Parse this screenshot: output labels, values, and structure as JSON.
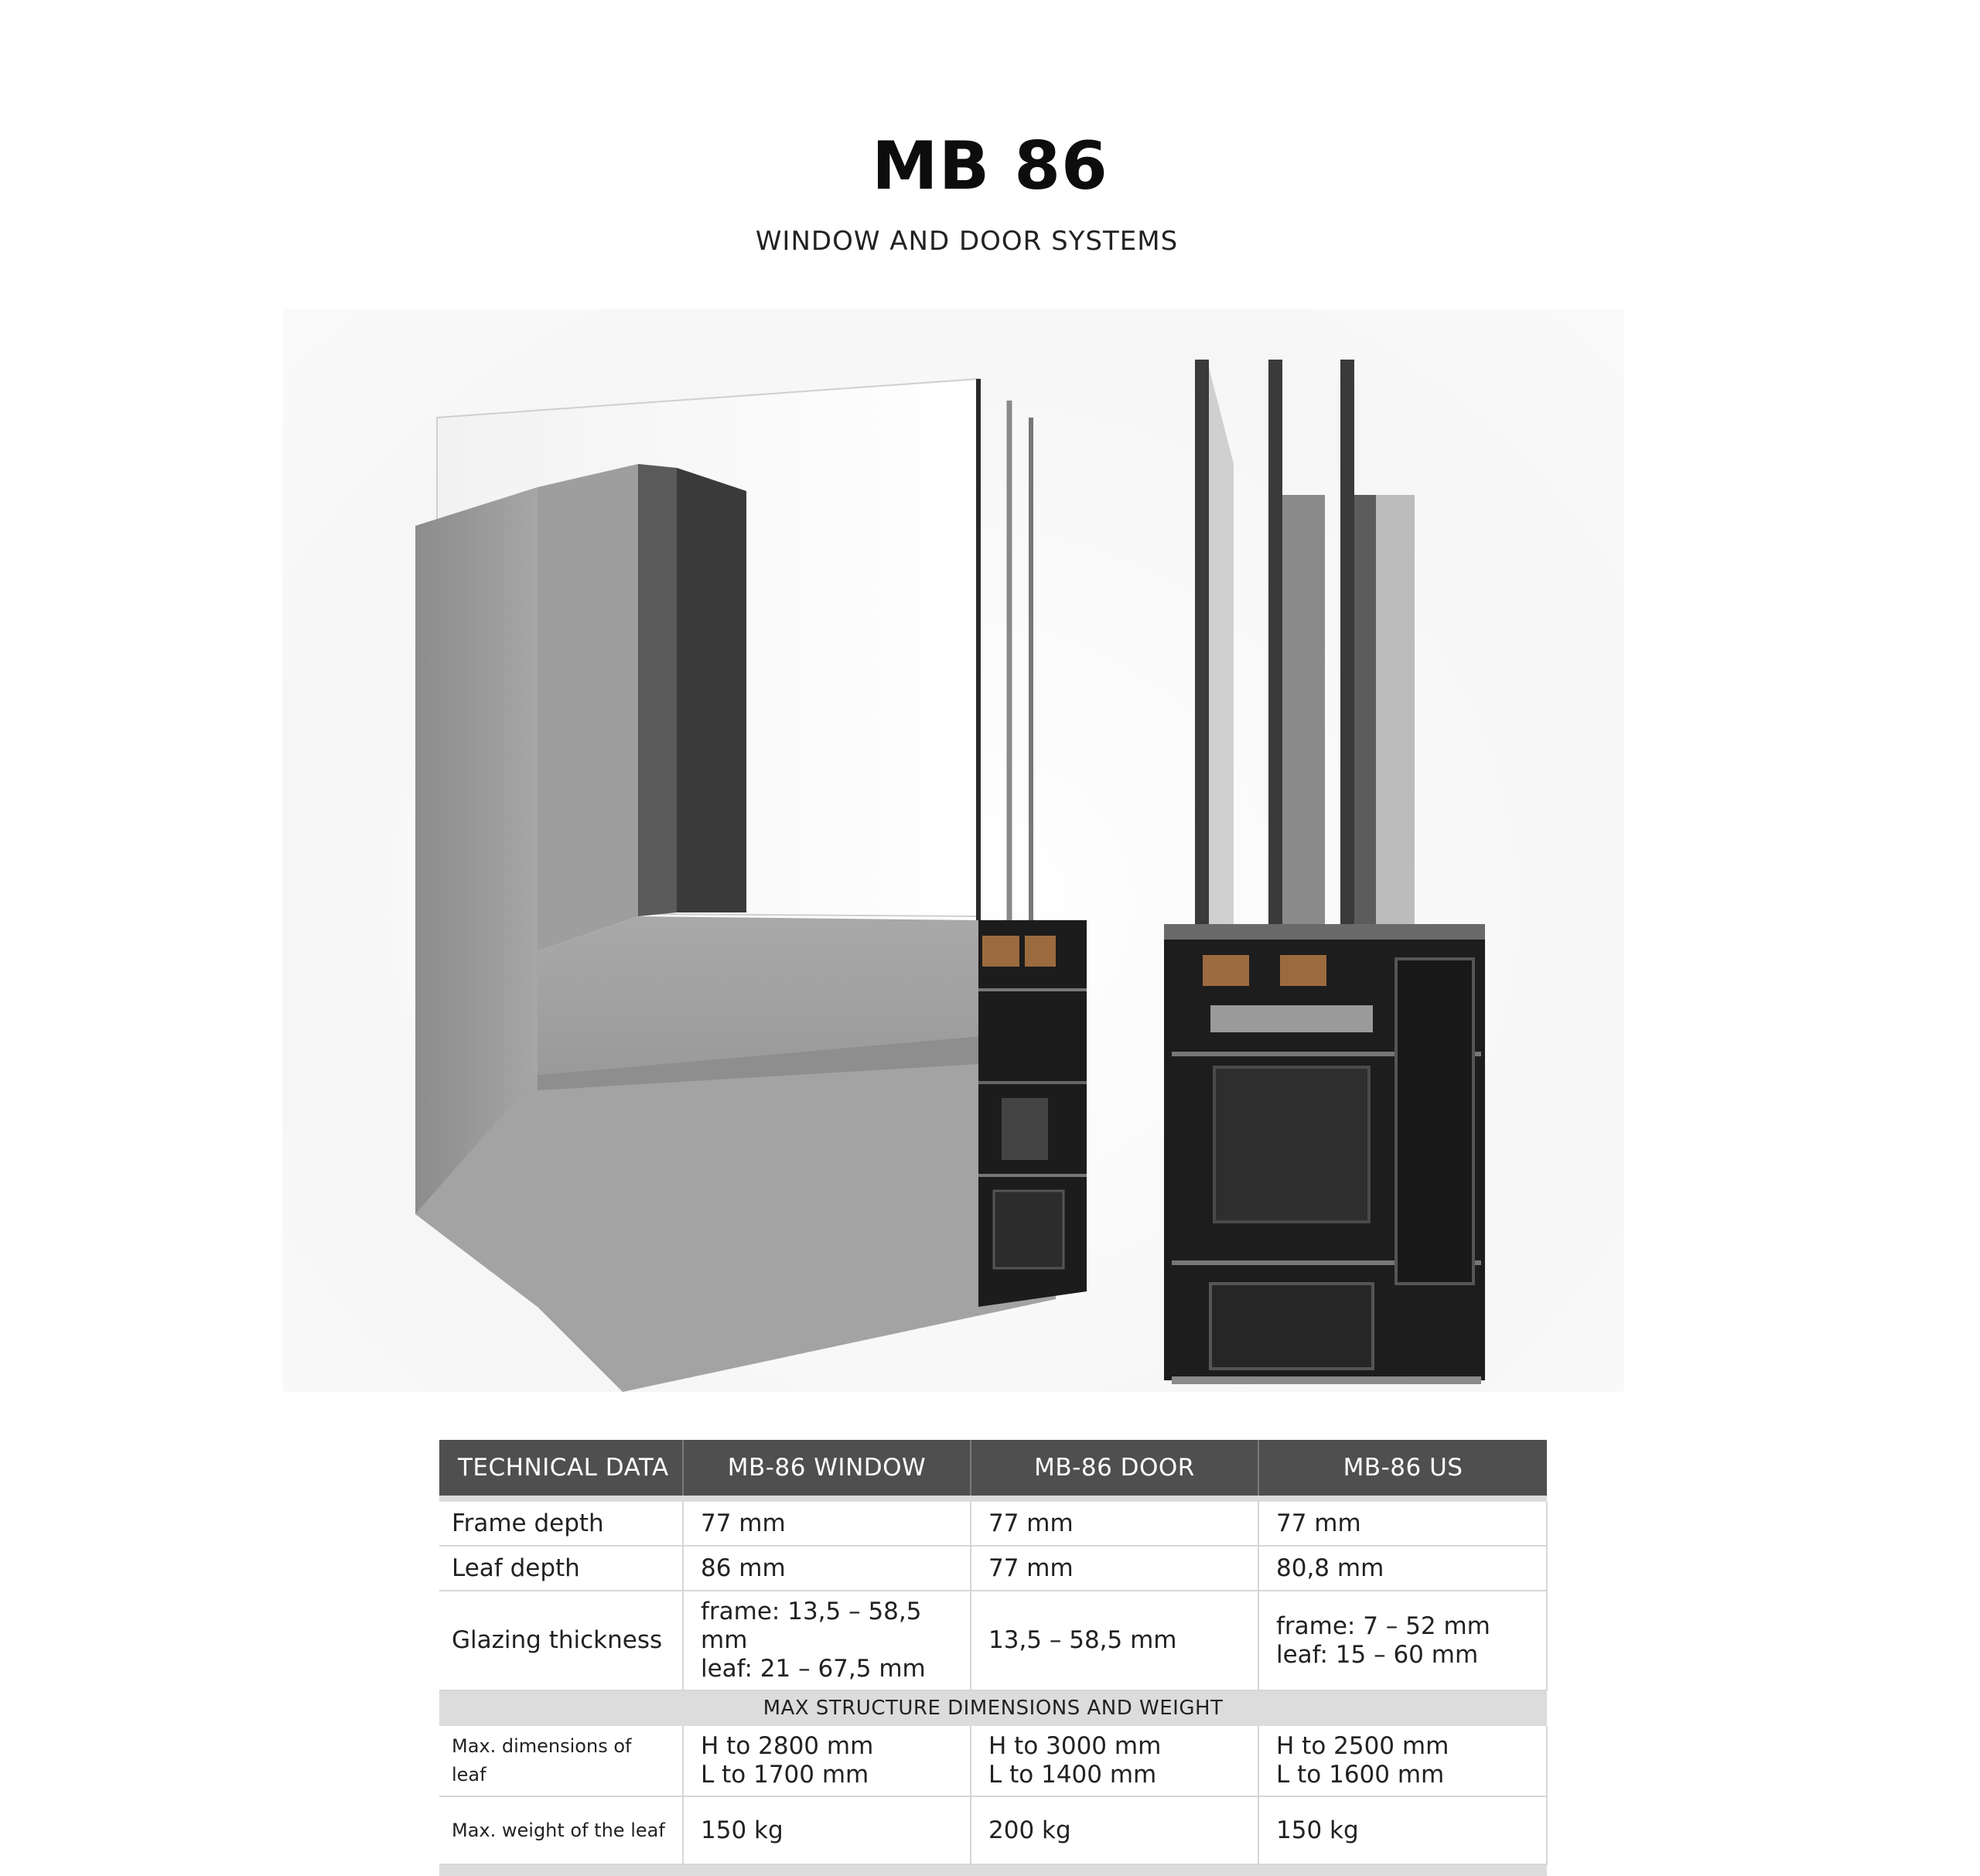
{
  "header": {
    "title": "MB 86",
    "subtitle": "WINDOW AND DOOR SYSTEMS"
  },
  "hero": {
    "left_image": "window-corner-profile-render",
    "right_image": "profile-cross-section-render"
  },
  "table": {
    "headers": [
      "TECHNICAL DATA",
      "MB-86 WINDOW",
      "MB-86 DOOR",
      "MB-86 US"
    ],
    "rows": [
      {
        "label": "Frame depth",
        "window": [
          "77 mm"
        ],
        "door": [
          "77 mm"
        ],
        "us": [
          "77 mm"
        ]
      },
      {
        "label": "Leaf depth",
        "window": [
          "86 mm"
        ],
        "door": [
          "77 mm"
        ],
        "us": [
          "80,8 mm"
        ]
      },
      {
        "label": "Glazing thickness",
        "window": [
          "frame: 13,5 – 58,5 mm",
          "leaf: 21 – 67,5 mm"
        ],
        "door": [
          "13,5 – 58,5 mm"
        ],
        "us": [
          "frame: 7 – 52 mm",
          "leaf: 15 – 60 mm"
        ]
      }
    ],
    "section_title": "MAX STRUCTURE DIMENSIONS AND WEIGHT",
    "rows2": [
      {
        "label": "Max. dimensions of leaf",
        "window": [
          "H to 2800 mm",
          "L to 1700 mm"
        ],
        "door": [
          "H to 3000 mm",
          "L to 1400 mm"
        ],
        "us": [
          "H to 2500 mm",
          "L to 1600 mm"
        ]
      },
      {
        "label": "Max. weight of the leaf",
        "window": [
          "150 kg"
        ],
        "door": [
          "200 kg"
        ],
        "us": [
          "150 kg"
        ]
      }
    ]
  }
}
